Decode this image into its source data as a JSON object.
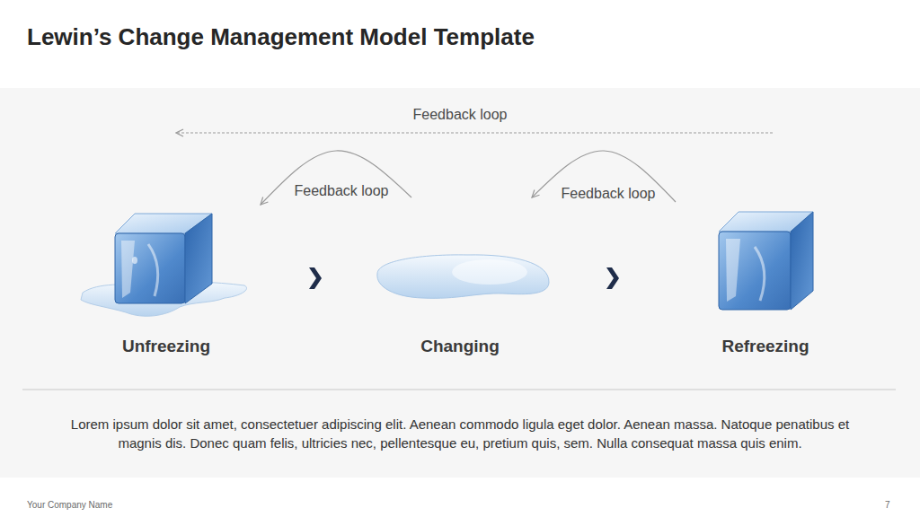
{
  "diagram": {
    "title": "Lewin’s Change Management Model Template",
    "caption": "Lorem ipsum dolor sit amet, consectetuer adipiscing elit. Aenean commodo ligula eget dolor. Aenean massa. Natoque penatibus et magnis dis. Donec quam felis, ultricies nec, pellentesque eu, pretium quis, sem. Nulla consequat massa quis enim.",
    "nodes": [
      {
        "text": [
          "Unfreezing"
        ]
      },
      {
        "text": [
          "Changing"
        ]
      },
      {
        "text": [
          "Refreezing"
        ]
      }
    ],
    "edges": [
      {
        "from": 0,
        "to": 1,
        "arrow": "to"
      },
      {
        "from": 1,
        "to": 2,
        "arrow": "to"
      },
      {
        "from": 1,
        "to": 0,
        "label": "Feedback loop",
        "arrow": "to"
      },
      {
        "from": 2,
        "to": 1,
        "label": "Feedback loop",
        "arrow": "to"
      },
      {
        "from": 2,
        "to": 0,
        "label": "Feedback loop",
        "arrow": "to"
      }
    ],
    "labels": [
      "Your Company Name",
      "7"
    ]
  }
}
